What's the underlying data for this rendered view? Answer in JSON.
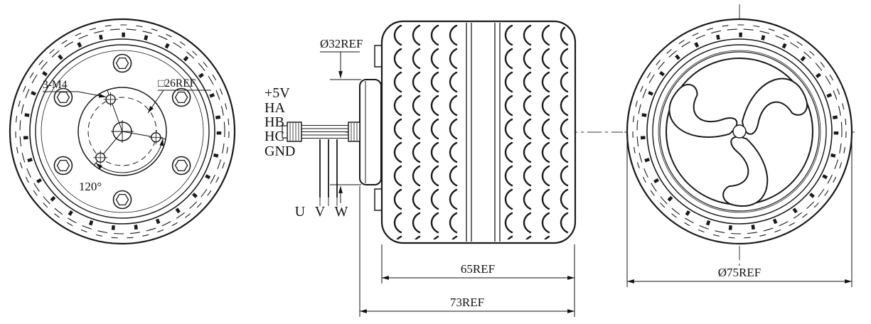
{
  "colors": {
    "line": "#1a1a1a",
    "background": "#ffffff"
  },
  "rear_view": {
    "thread_callout": "3-M4",
    "square_ref": "□26REF",
    "angle": "120°"
  },
  "side_view": {
    "connector_pins": [
      "+5V",
      "HA",
      "HB",
      "HC",
      "GND"
    ],
    "phase_wires": "U V W",
    "flange_diameter": "Ø32REF",
    "body_length": "65REF",
    "overall_length": "73REF"
  },
  "front_view": {
    "outer_diameter": "Ø75REF"
  }
}
